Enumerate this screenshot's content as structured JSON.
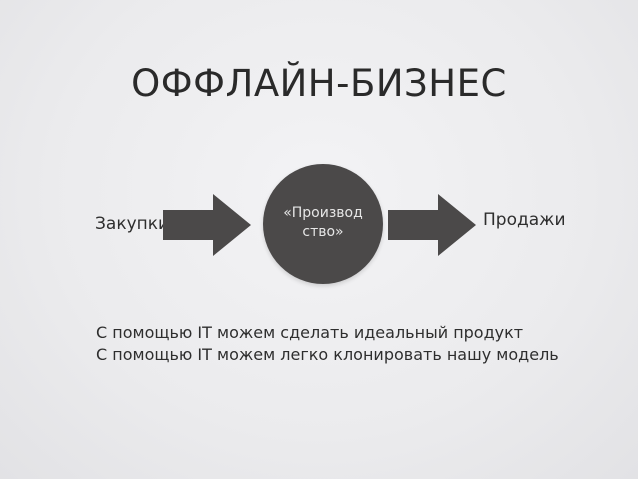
{
  "slide": {
    "title": "ОФФЛАЙН-БИЗНЕС",
    "left_label": "Закупки",
    "center_label_line1": "«Производ",
    "center_label_line2": "ство»",
    "right_label": "Продажи",
    "bullets": [
      "С помощью IT можем сделать идеальный продукт",
      "С помощью IT можем легко клонировать нашу модель"
    ]
  },
  "colors": {
    "background": "#ebebed",
    "circle": "#4b4949",
    "arrow": "#4b4949",
    "text": "#2b2b2b",
    "circle_text": "#e6e6e6"
  }
}
